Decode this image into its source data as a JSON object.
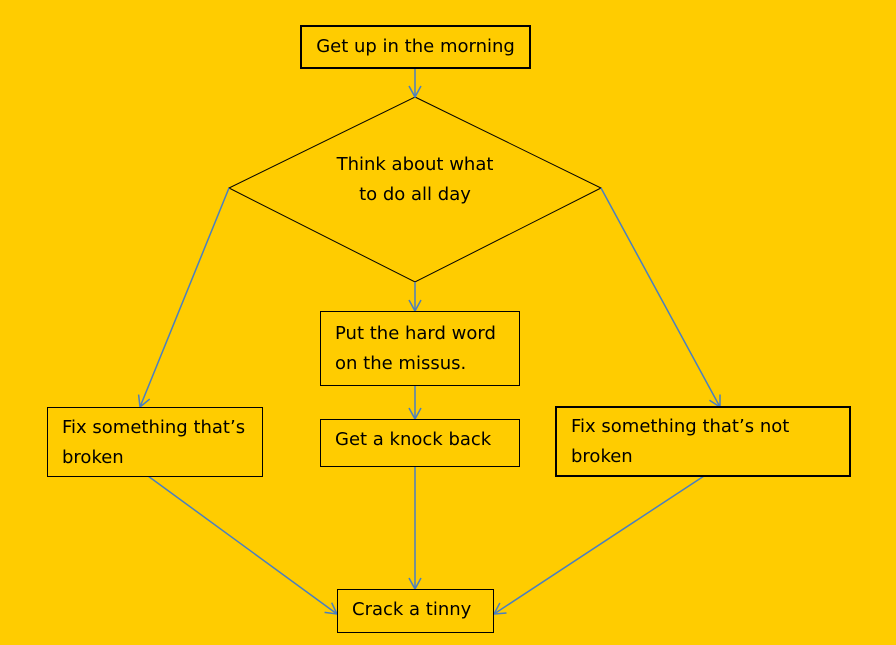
{
  "nodes": {
    "start": {
      "text": "Get up in the morning"
    },
    "decision": {
      "line1": "Think about what",
      "line2": "to do all day"
    },
    "middle": {
      "line1": "Put the hard word",
      "line2": "on the missus."
    },
    "knock": {
      "text": "Get a knock back"
    },
    "fix_broken": {
      "line1": "Fix something that’s",
      "line2": "broken"
    },
    "fix_not_broken": {
      "line1": "Fix something that’s not",
      "line2": "broken"
    },
    "end": {
      "text": "Crack a tinny"
    }
  },
  "colors": {
    "background": "#FFCC00",
    "arrow": "#4A7FC1",
    "border": "#000000"
  }
}
